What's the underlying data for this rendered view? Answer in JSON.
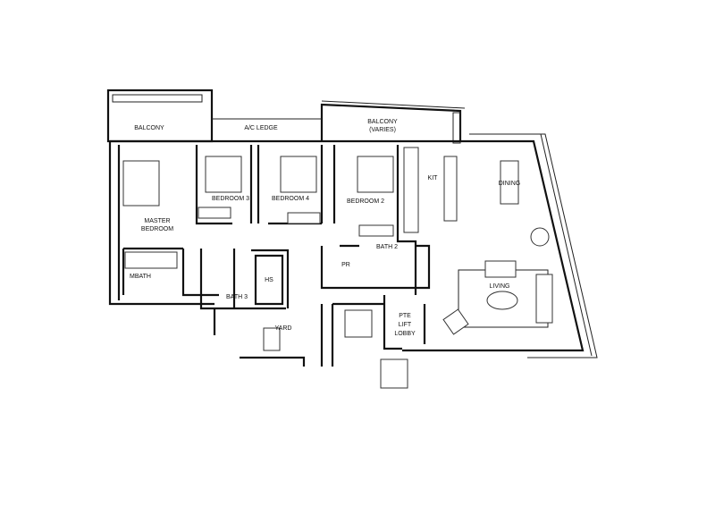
{
  "plan": {
    "rooms": {
      "balcony_left": "BALCONY",
      "ac_ledge": "A/C LEDGE",
      "balcony_right": "BALCONY",
      "balcony_right_note": "(VARIES)",
      "kitchen": "KIT",
      "dining": "DINING",
      "master_bedroom_1": "MASTER",
      "master_bedroom_2": "BEDROOM",
      "bedroom3": "BEDROOM 3",
      "bedroom4": "BEDROOM 4",
      "bedroom2": "BEDROOM 2",
      "bath2": "BATH 2",
      "pr": "PR",
      "mbath": "MBATH",
      "bath3": "BATH 3",
      "hs": "HS",
      "yard": "YARD",
      "lobby_1": "PTE",
      "lobby_2": "LIFT",
      "lobby_3": "LOBBY",
      "living": "LIVING"
    }
  }
}
